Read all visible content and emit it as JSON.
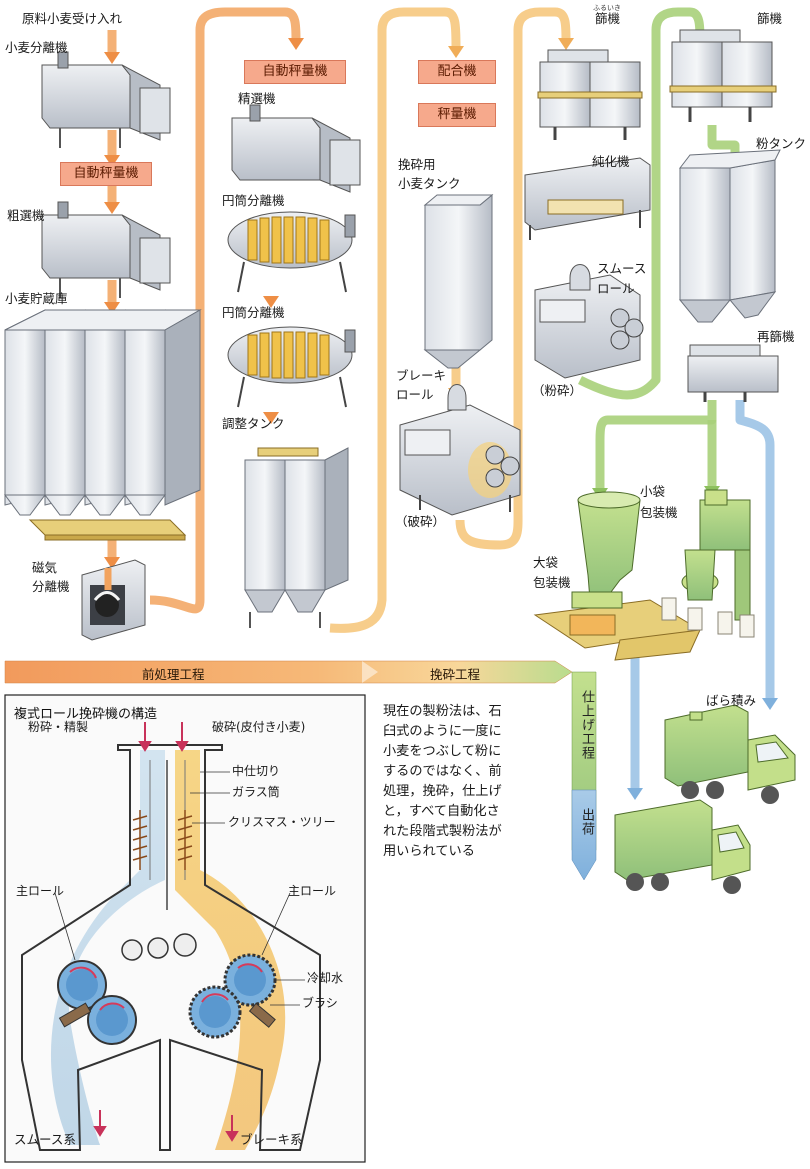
{
  "labels": {
    "raw_wheat_intake": "原料小麦受け入れ",
    "wheat_separator": "小麦分離機",
    "auto_weigher_1": "自動秤量機",
    "coarse_sorter": "粗選機",
    "wheat_storage": "小麦貯蔵庫",
    "magnetic_separator_line1": "磁気",
    "magnetic_separator_line2": "分離機",
    "auto_weigher_2": "自動秤量機",
    "fine_sorter": "精選機",
    "cylinder_separator_1": "円筒分離機",
    "cylinder_separator_2": "円筒分離機",
    "conditioning_tank": "調整タンク",
    "blender": "配合機",
    "weigher": "秤量機",
    "milling_tank_line1": "挽砕用",
    "milling_tank_line2": "小麦タンク",
    "break_roll_line1": "ブレーキ",
    "break_roll_line2": "ロール",
    "crushing_1": "（破砕）",
    "sifter_1": "篩機",
    "sifter_1_ruby": "ふるいき",
    "purifier": "純化機",
    "smooth_roll_line1": "スムース",
    "smooth_roll_line2": "ロール",
    "grinding": "（粉砕）",
    "sifter_2": "篩機",
    "flour_tank": "粉タンク",
    "resifter": "再篩機",
    "small_bag_line1": "小袋",
    "small_bag_line2": "包装機",
    "large_bag_line1": "大袋",
    "large_bag_line2": "包装機",
    "bulk_loading": "ばら積み"
  },
  "stages": {
    "preprocess": "前処理工程",
    "milling": "挽砕工程",
    "finishing": "仕上げ工程",
    "shipping": "出荷"
  },
  "inset": {
    "title": "複式ロール挽砕機の構造",
    "grinding_refining": "粉砕・精製",
    "crushing_bran": "破砕(皮付き小麦)",
    "middle_partition": "中仕切り",
    "glass_tube": "ガラス筒",
    "christmas_tree": "クリスマス・ツリー",
    "main_roll_left": "主ロール",
    "main_roll_right": "主ロール",
    "cooling_water": "冷却水",
    "brush": "ブラシ",
    "smooth_system": "スムース系",
    "break_system": "ブレーキ系"
  },
  "description": {
    "lines": [
      "現在の製粉法は、石",
      "臼式のように一度に",
      "小麦をつぶして粉に",
      "するのではなく、前",
      "処理，挽砕，仕上げ",
      "と，すべて自動化さ",
      "れた段階式製粉法が",
      "用いられている"
    ]
  },
  "colors": {
    "preprocess_flow": "#f2a35e",
    "milling_flow": "#f6c98a",
    "finishing_flow": "#a8d07a",
    "shipping_flow": "#9cc3e6",
    "label_box": "#f6a98c",
    "machine_gray": "#c9ced6",
    "roll_yellow": "#f0c24a",
    "packaging_green": "#c9e08a"
  }
}
